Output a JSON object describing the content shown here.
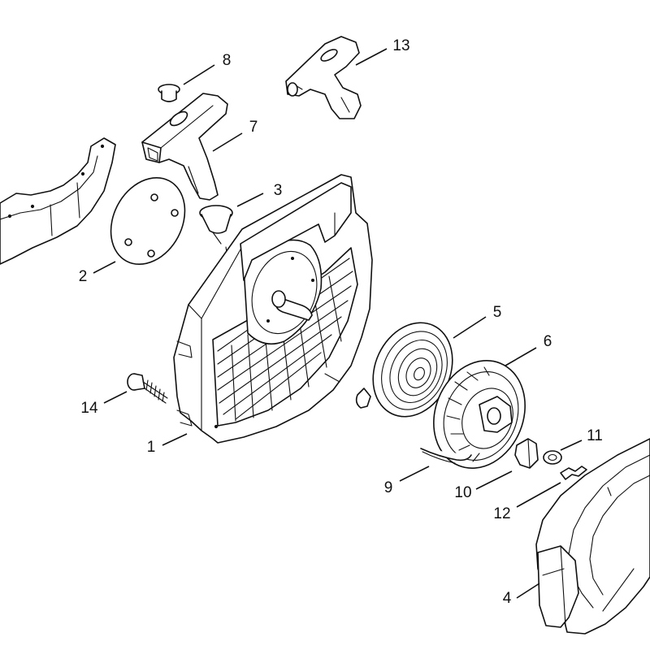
{
  "diagram": {
    "callouts": [
      {
        "id": "p1",
        "label": "1"
      },
      {
        "id": "p2",
        "label": "2"
      },
      {
        "id": "p3",
        "label": "3"
      },
      {
        "id": "p4",
        "label": "4"
      },
      {
        "id": "p5",
        "label": "5"
      },
      {
        "id": "p6",
        "label": "6"
      },
      {
        "id": "p7",
        "label": "7"
      },
      {
        "id": "p8",
        "label": "8"
      },
      {
        "id": "p9",
        "label": "9"
      },
      {
        "id": "p10",
        "label": "10"
      },
      {
        "id": "p11",
        "label": "11"
      },
      {
        "id": "p12",
        "label": "12"
      },
      {
        "id": "p13",
        "label": "13"
      },
      {
        "id": "p14",
        "label": "14"
      }
    ]
  }
}
